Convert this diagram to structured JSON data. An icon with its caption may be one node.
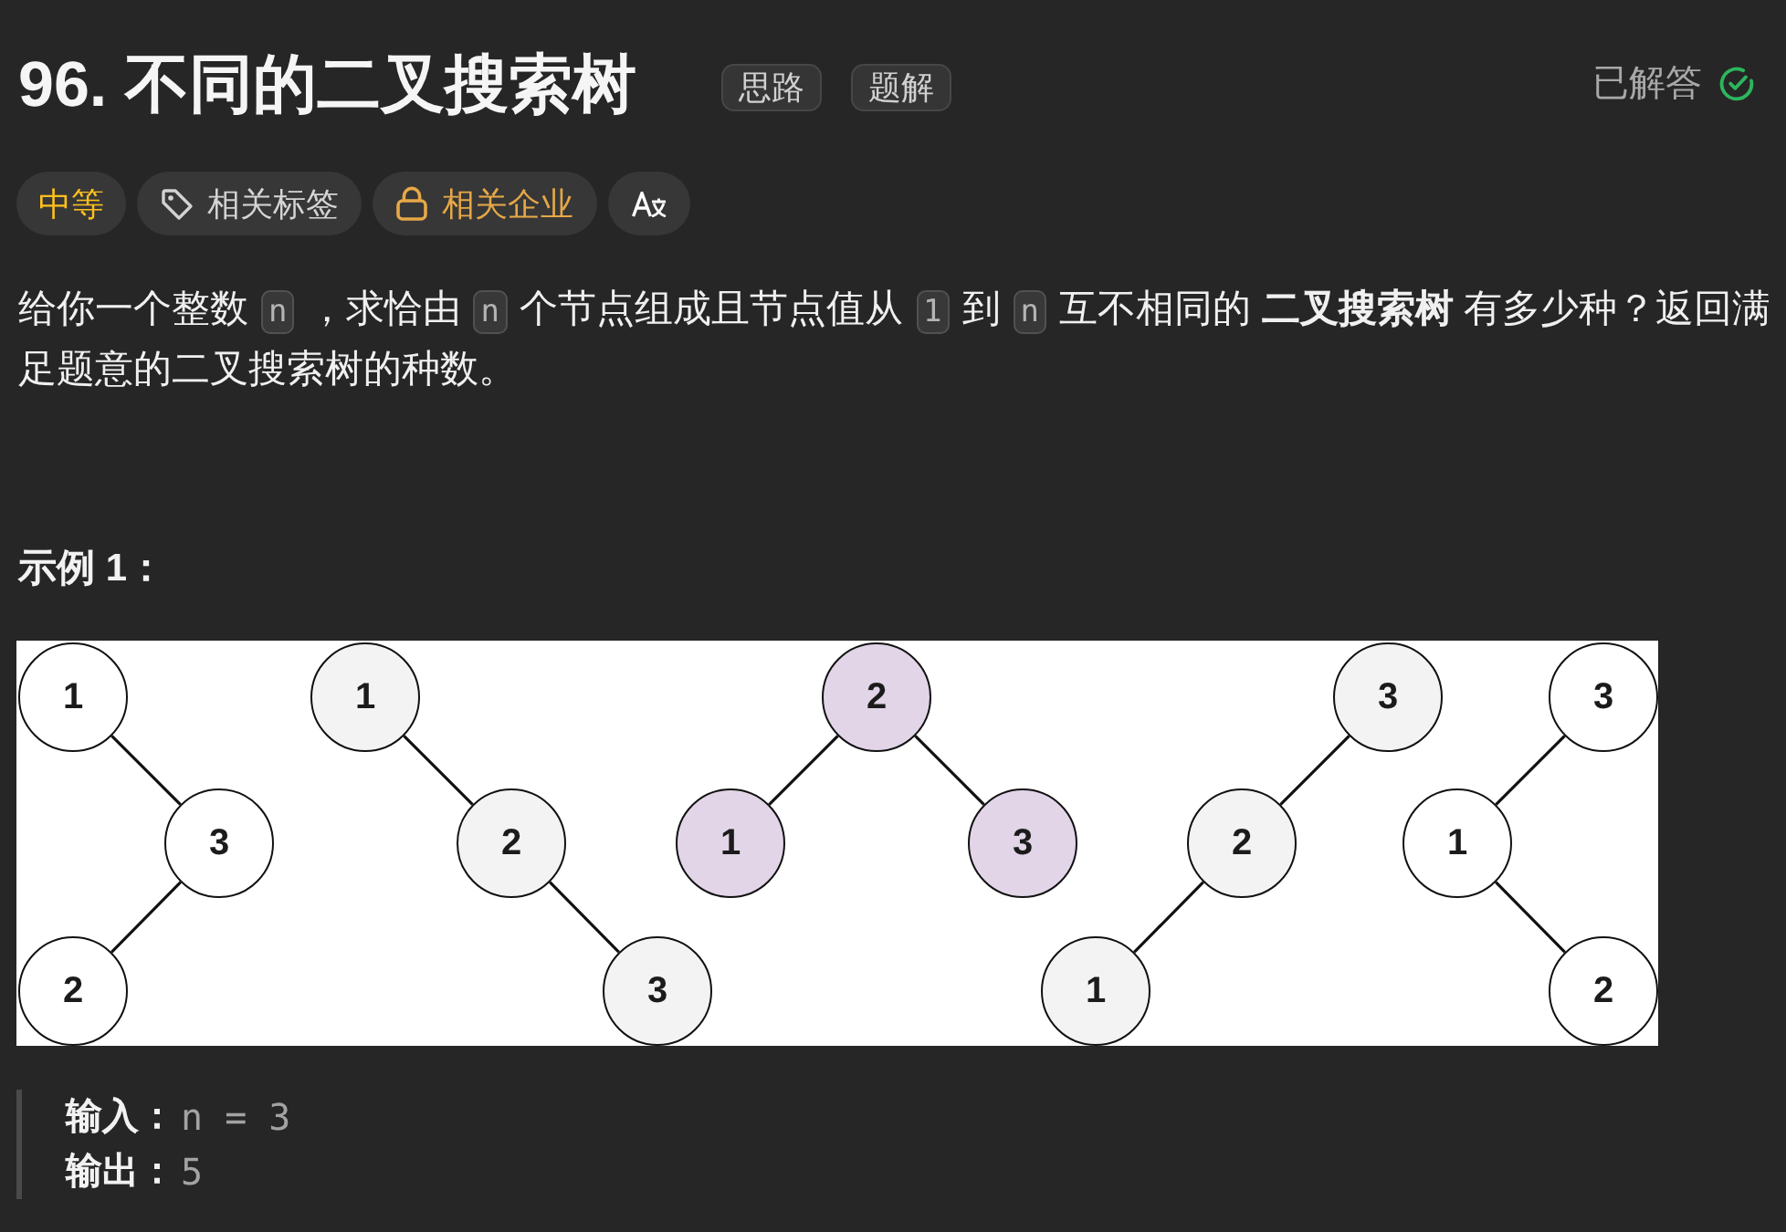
{
  "diagram": {
    "title": "96. 不同的二叉搜索树",
    "nodes": [
      {
        "text": [
          "思路"
        ]
      },
      {
        "text": [
          "题解"
        ]
      },
      {
        "text": [
          "中等"
        ]
      },
      {
        "text": [
          "相关标签"
        ]
      },
      {
        "text": [
          "相关企业"
        ]
      },
      {
        "text": [],
        "shape": "box"
      },
      {
        "text": [
          "1"
        ]
      },
      {
        "text": [
          "3"
        ]
      },
      {
        "text": [
          "2"
        ]
      },
      {
        "text": [
          "1"
        ]
      },
      {
        "text": [
          "2"
        ]
      },
      {
        "text": [
          "3"
        ]
      },
      {
        "text": [
          "2"
        ]
      },
      {
        "text": [
          "1"
        ]
      },
      {
        "text": [
          "3"
        ]
      },
      {
        "text": [
          "3"
        ]
      },
      {
        "text": [
          "2"
        ]
      },
      {
        "text": [
          "1"
        ]
      },
      {
        "text": [
          "3"
        ]
      },
      {
        "text": [
          "1"
        ]
      },
      {
        "text": [
          "2"
        ]
      }
    ],
    "edges": [
      {
        "from": 6,
        "to": 7,
        "arrow": "none"
      },
      {
        "from": 7,
        "to": 8,
        "arrow": "none"
      },
      {
        "from": 9,
        "to": 10,
        "arrow": "none"
      },
      {
        "from": 10,
        "to": 11,
        "arrow": "none"
      },
      {
        "from": 12,
        "to": 13,
        "arrow": "none"
      },
      {
        "from": 12,
        "to": 14,
        "arrow": "none"
      },
      {
        "from": 15,
        "to": 16,
        "arrow": "none"
      },
      {
        "from": 16,
        "to": 17,
        "arrow": "none"
      },
      {
        "from": 18,
        "to": 19,
        "arrow": "none"
      },
      {
        "from": 19,
        "to": 20,
        "arrow": "none"
      }
    ],
    "labels": [
      "已解答",
      "给你一个整数",
      "n",
      "，求恰由",
      "n",
      "个节点组成且节点值从",
      "1",
      "到",
      "n",
      "互不相同的 **二叉搜索树** 有多少种？返回满足题意的二叉搜索树的种数。",
      "示例 1：",
      "输入：",
      "n = 3",
      "输出：",
      "5"
    ]
  }
}
